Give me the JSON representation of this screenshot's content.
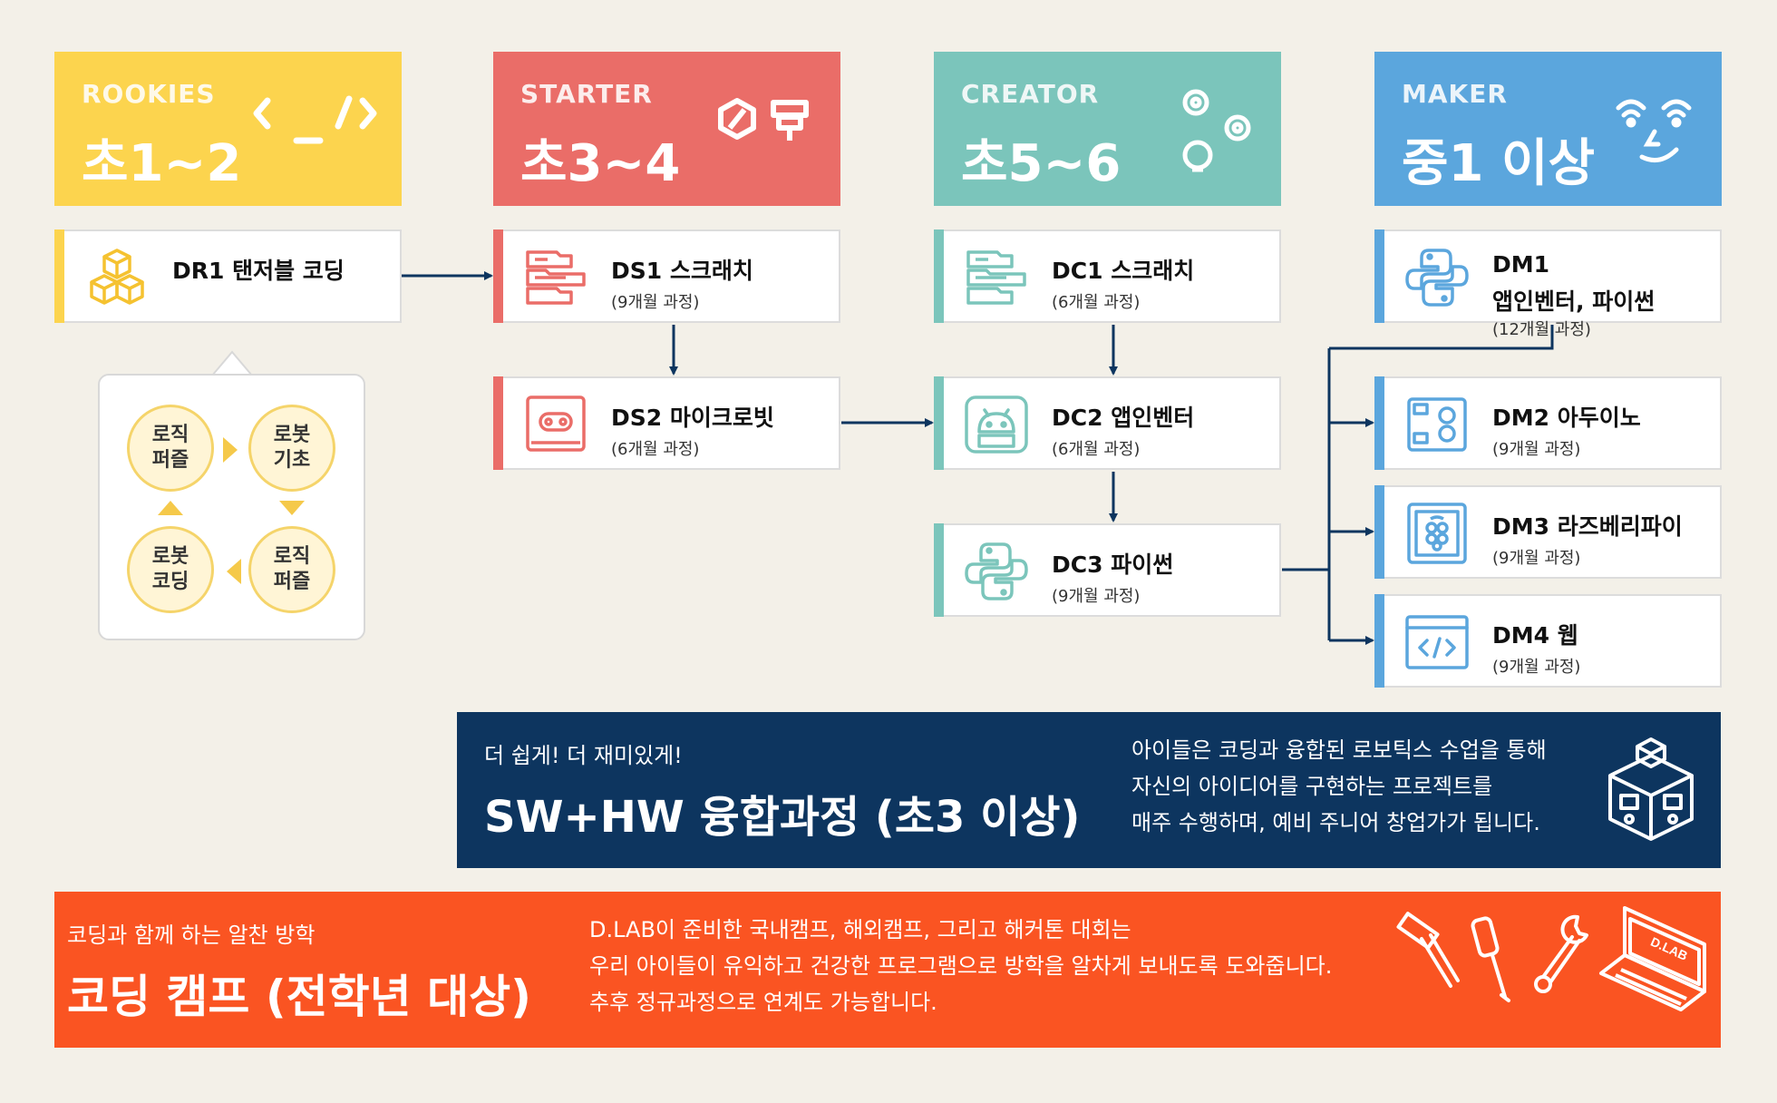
{
  "levels": [
    {
      "en": "ROOKIES",
      "ko": "초1~2",
      "color": "#fcd44e"
    },
    {
      "en": "STARTER",
      "ko": "초3~4",
      "color": "#ea6d68"
    },
    {
      "en": "CREATOR",
      "ko": "초5~6",
      "color": "#7bc5bb"
    },
    {
      "en": "MAKER",
      "ko": "중1 이상",
      "color": "#5ba6dd"
    }
  ],
  "courses": {
    "dr1": {
      "title": "DR1 탠저블 코딩"
    },
    "ds1": {
      "title": "DS1 스크래치",
      "sub": "(9개월 과정)"
    },
    "ds2": {
      "title": "DS2 마이크로빗",
      "sub": "(6개월 과정)"
    },
    "dc1": {
      "title": "DC1 스크래치",
      "sub": "(6개월 과정)"
    },
    "dc2": {
      "title": "DC2 앱인벤터",
      "sub": "(6개월 과정)"
    },
    "dc3": {
      "title": "DC3 파이썬",
      "sub": "(9개월 과정)"
    },
    "dm1": {
      "title": "DM1",
      "title2": "앱인벤터, 파이썬",
      "sub": "(12개월 과정)"
    },
    "dm2": {
      "title": "DM2 아두이노",
      "sub": "(9개월 과정)"
    },
    "dm3": {
      "title": "DM3 라즈베리파이",
      "sub": "(9개월 과정)"
    },
    "dm4": {
      "title": "DM4 웹",
      "sub": "(9개월 과정)"
    }
  },
  "cycle": [
    "로직\n퍼즐",
    "로봇\n기초",
    "로직\n퍼즐",
    "로봇\n코딩"
  ],
  "swhw": {
    "tagline": "더 쉽게! 더 재미있게!",
    "title": "SW+HW 융합과정 (초3 이상)",
    "desc": [
      "아이들은 코딩과 융합된 로보틱스 수업을 통해",
      "자신의 아이디어를 구현하는 프로젝트를",
      "매주 수행하며, 예비 주니어 창업가가 됩니다."
    ],
    "color": "#0d355f"
  },
  "camp": {
    "tagline": "코딩과 함께 하는 알찬 방학",
    "title": "코딩 캠프 (전학년 대상)",
    "desc": [
      "D.LAB이 준비한 국내캠프, 해외캠프, 그리고 해커톤 대회는",
      "우리 아이들이 유익하고 건강한 프로그램으로 방학을 알차게 보내도록 도와줍니다.",
      "추후 정규과정으로 연계도 가능합니다."
    ],
    "laptop_text": "D.LAB",
    "color": "#fa5422"
  }
}
